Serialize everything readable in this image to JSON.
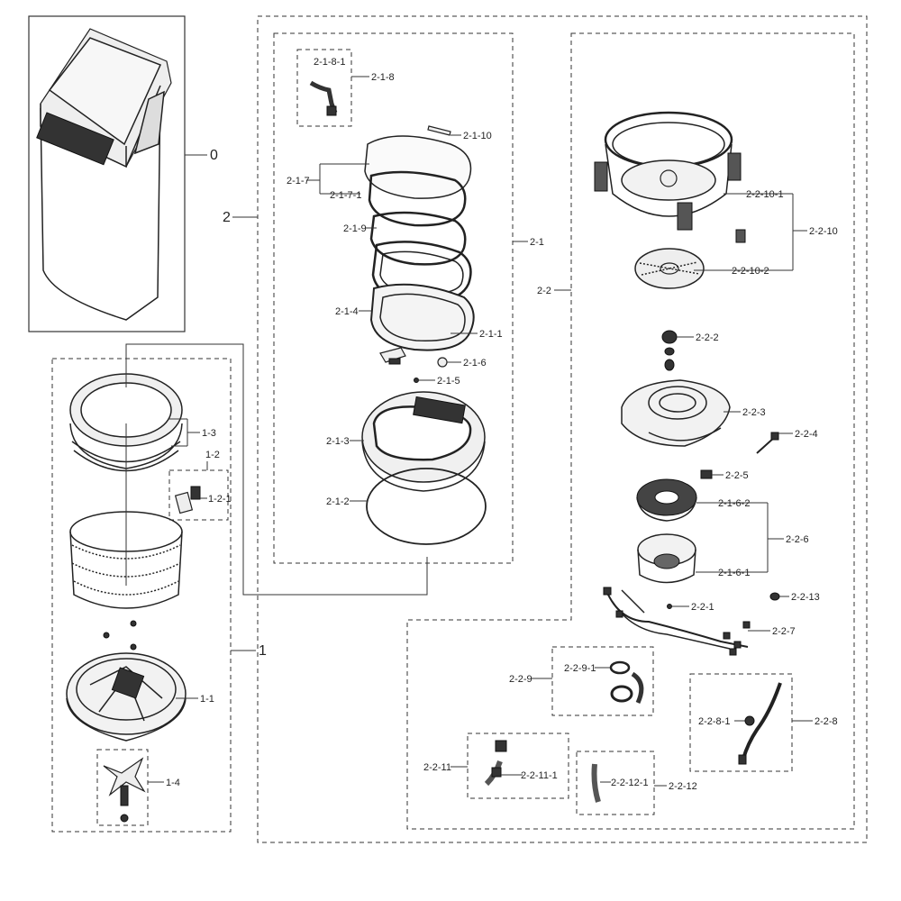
{
  "labels": {
    "l0": "0",
    "l1": "1",
    "l1_1": "1-1",
    "l1_2": "1-2",
    "l1_2_1": "1-2-1",
    "l1_3": "1-3",
    "l1_4": "1-4",
    "l2": "2",
    "l2_1": "2-1",
    "l2_1_1": "2-1-1",
    "l2_1_2": "2-1-2",
    "l2_1_3": "2-1-3",
    "l2_1_4": "2-1-4",
    "l2_1_5": "2-1-5",
    "l2_1_6": "2-1-6",
    "l2_1_7": "2-1-7",
    "l2_1_7_1": "2-1-7-1",
    "l2_1_8": "2-1-8",
    "l2_1_8_1": "2-1-8-1",
    "l2_1_9": "2-1-9",
    "l2_1_10": "2-1-10",
    "l2_2": "2-2",
    "l2_2_1": "2-2-1",
    "l2_2_2": "2-2-2",
    "l2_2_3": "2-2-3",
    "l2_2_4": "2-2-4",
    "l2_2_5": "2-2-5",
    "l2_2_6": "2-2-6",
    "l2_1_6_1": "2-1-6-1",
    "l2_1_6_2": "2-1-6-2",
    "l2_2_7": "2-2-7",
    "l2_2_8": "2-2-8",
    "l2_2_8_1": "2-2-8-1",
    "l2_2_9": "2-2-9",
    "l2_2_9_1": "2-2-9-1",
    "l2_2_10": "2-2-10",
    "l2_2_10_1": "2-2-10-1",
    "l2_2_10_2": "2-2-10-2",
    "l2_2_11": "2-2-11",
    "l2_2_11_1": "2-2-11-1",
    "l2_2_12": "2-2-12",
    "l2_2_12_1": "2-2-12-1",
    "l2_2_13": "2-2-13"
  }
}
